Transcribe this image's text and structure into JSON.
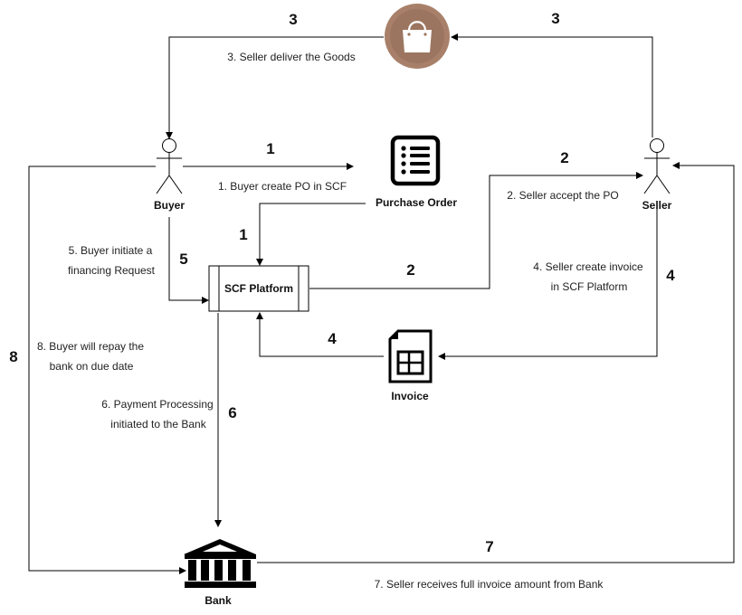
{
  "nodes": {
    "buyer": "Buyer",
    "seller": "Seller",
    "purchase_order": "Purchase Order",
    "scf_platform": "SCF Platform",
    "invoice": "Invoice",
    "bank": "Bank",
    "goods": "shopping-bag-icon"
  },
  "edges": {
    "e1_label": "1. Buyer create PO in SCF",
    "e1_num_a": "1",
    "e1_num_b": "1",
    "e2_label": "2. Seller accept the PO",
    "e2_num_a": "2",
    "e2_num_b": "2",
    "e3_label": "3. Seller deliver the Goods",
    "e3_num_a": "3",
    "e3_num_b": "3",
    "e4_label_l1": "4. Seller create invoice",
    "e4_label_l2": "in SCF Platform",
    "e4_num_a": "4",
    "e4_num_b": "4",
    "e5_label_l1": "5. Buyer initiate a",
    "e5_label_l2": "financing Request",
    "e5_num": "5",
    "e6_label_l1": "6. Payment Processing",
    "e6_label_l2": "initiated to the Bank",
    "e6_num": "6",
    "e7_label": "7. Seller receives full invoice amount from Bank",
    "e7_num": "7",
    "e8_label_l1": "8. Buyer will repay the",
    "e8_label_l2": "bank on due date",
    "e8_num": "8"
  },
  "colors": {
    "goods_circle": "#a8806a",
    "goods_inner": "#9c7560",
    "lines": "#000000"
  }
}
